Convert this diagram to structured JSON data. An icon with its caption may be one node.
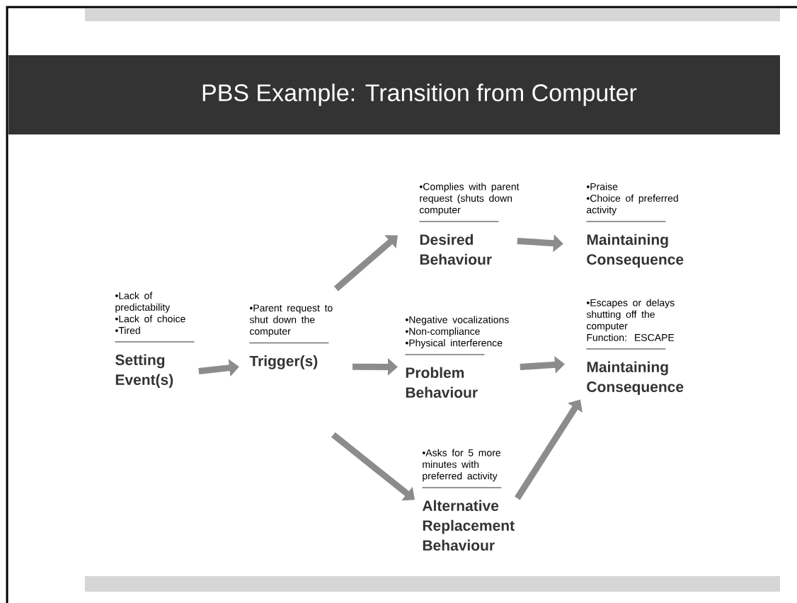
{
  "diagram": {
    "title": "PBS Example: Transition from Computer",
    "nodes": [
      {
        "text": [
          "•Lack of predictability",
          "•Lack of choice",
          "•Tired",
          "Setting Event(s)"
        ]
      },
      {
        "text": [
          "•Parent request to shut down the computer",
          "Trigger(s)"
        ]
      },
      {
        "text": [
          "•Complies with parent request (shuts down computer",
          "Desired Behaviour"
        ]
      },
      {
        "text": [
          "•Praise",
          "•Choice of preferred activity",
          "Maintaining Consequence"
        ]
      },
      {
        "text": [
          "•Negative vocalizations",
          "•Non-compliance",
          "•Physical interference",
          "Problem Behaviour"
        ]
      },
      {
        "text": [
          "•Escapes or delays shutting off the computer",
          "Function: ESCAPE",
          "Maintaining Consequence"
        ]
      },
      {
        "text": [
          "•Asks for 5 more minutes with preferred activity",
          "Alternative Replacement Behaviour"
        ]
      }
    ],
    "edges": [
      {
        "from": 0,
        "to": 1,
        "arrow": "to"
      },
      {
        "from": 1,
        "to": 2,
        "arrow": "to"
      },
      {
        "from": 1,
        "to": 4,
        "arrow": "to"
      },
      {
        "from": 1,
        "to": 6,
        "arrow": "to"
      },
      {
        "from": 2,
        "to": 3,
        "arrow": "to"
      },
      {
        "from": 4,
        "to": 5,
        "arrow": "to"
      },
      {
        "from": 6,
        "to": 5,
        "arrow": "to"
      }
    ]
  }
}
